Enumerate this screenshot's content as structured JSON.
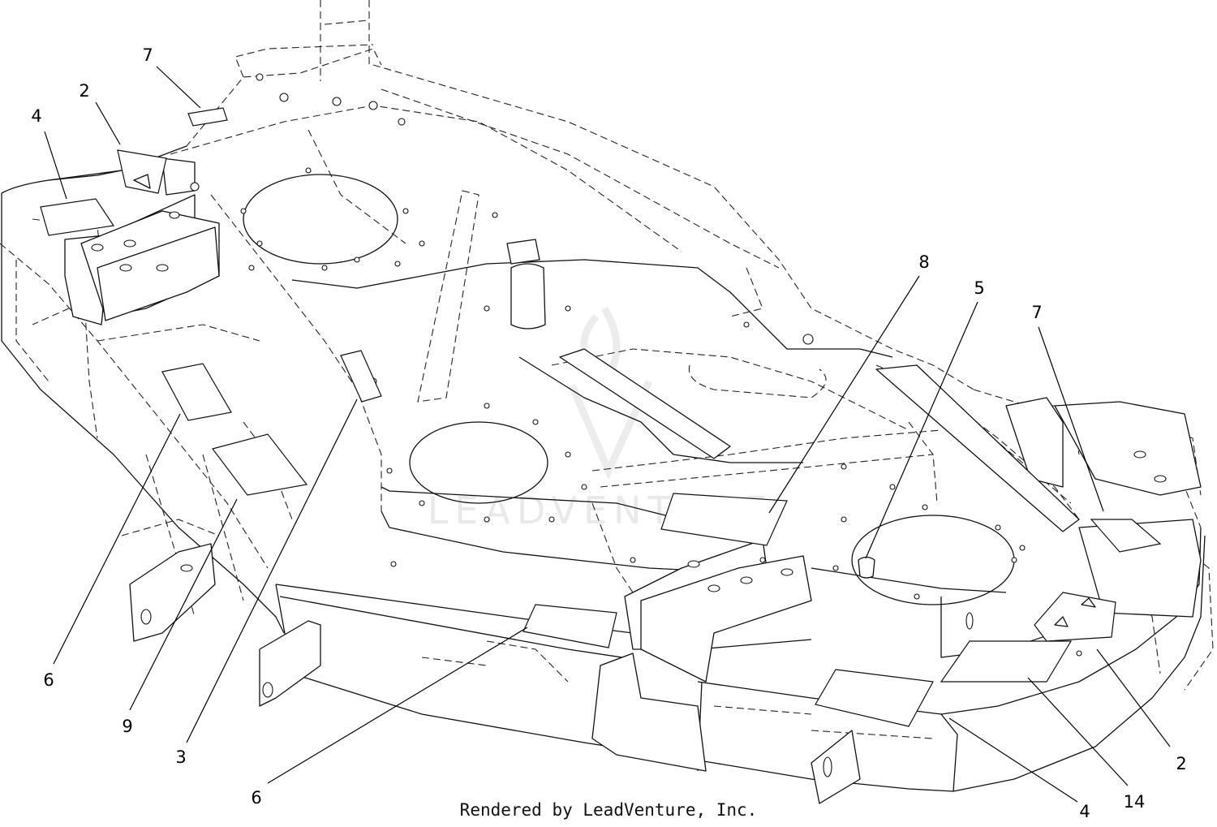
{
  "diagram": {
    "callouts": [
      {
        "id": "c7a",
        "label": "7"
      },
      {
        "id": "c2a",
        "label": "2"
      },
      {
        "id": "c4a",
        "label": "4"
      },
      {
        "id": "c8",
        "label": "8"
      },
      {
        "id": "c5",
        "label": "5"
      },
      {
        "id": "c7b",
        "label": "7"
      },
      {
        "id": "c6a",
        "label": "6"
      },
      {
        "id": "c9",
        "label": "9"
      },
      {
        "id": "c3",
        "label": "3"
      },
      {
        "id": "c6b",
        "label": "6"
      },
      {
        "id": "c4b",
        "label": "4"
      },
      {
        "id": "c14",
        "label": "14"
      },
      {
        "id": "c2b",
        "label": "2"
      }
    ],
    "credit": "Rendered by LeadVenture, Inc.",
    "watermark": "LEADVENTURE"
  }
}
